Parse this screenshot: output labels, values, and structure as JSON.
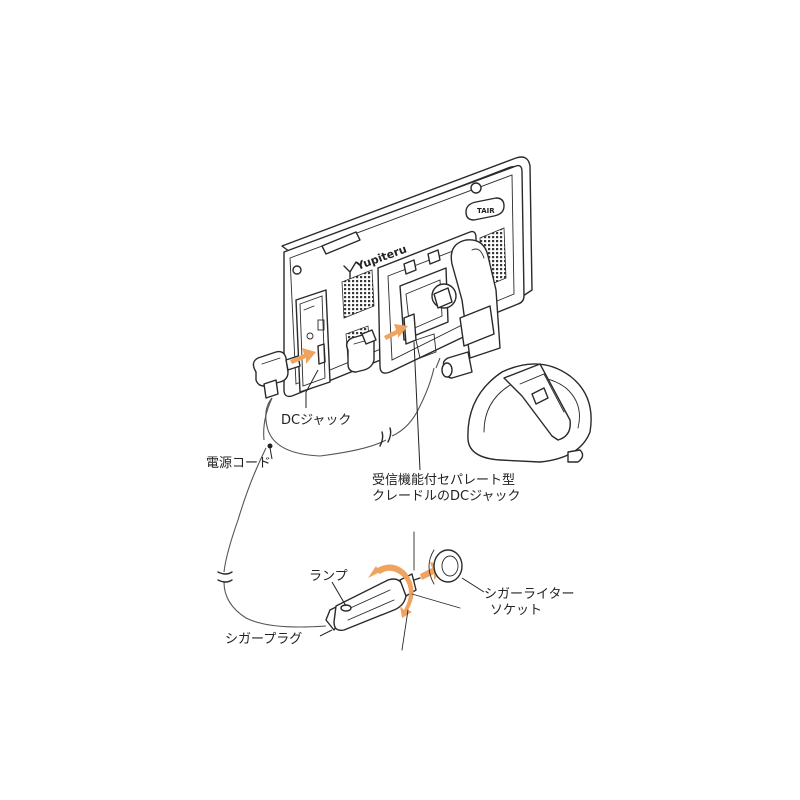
{
  "device": {
    "brand": "Yupiteru",
    "button_label": "TAIR"
  },
  "labels": {
    "dc_jack": "DCジャック",
    "power_cord": "電源コード",
    "cradle_dc_jack_line1": "受信機能付セパレート型",
    "cradle_dc_jack_line2": "クレードルのDCジャック",
    "lamp": "ランプ",
    "cigar_socket_line1": "シガーライター",
    "cigar_socket_line2": "ソケット",
    "cigar_plug": "シガープラグ"
  },
  "colors": {
    "arrow": "#f0a35e",
    "line": "#2a2a2a",
    "mesh": "#3a3a3a"
  },
  "icons": {
    "insert_arrow": "arrow-right-icon",
    "rotate_arrow": "rotate-arrow-icon",
    "break_mark": "wavy-break-icon"
  }
}
